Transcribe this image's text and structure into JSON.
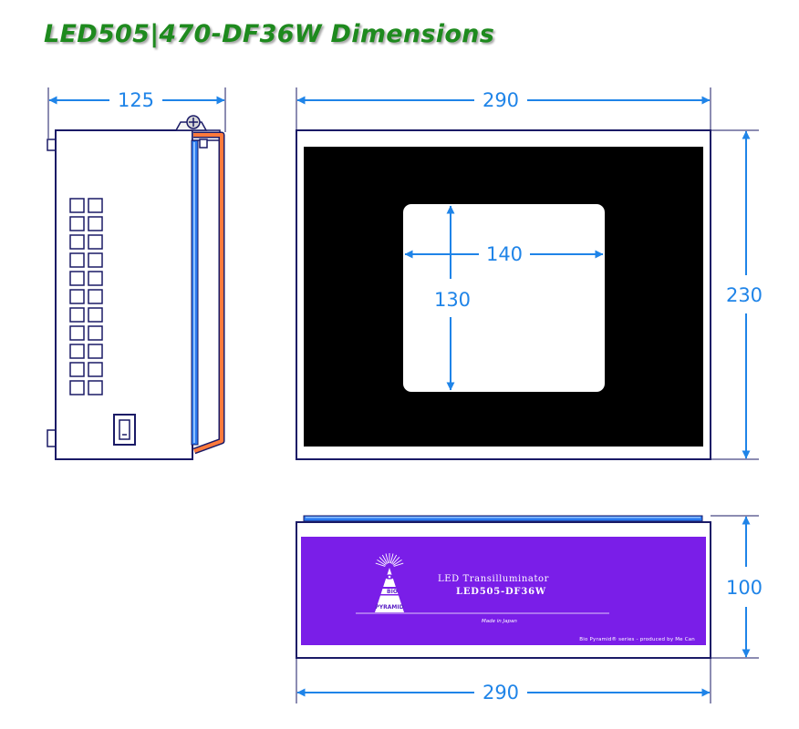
{
  "title": "LED505|470-DF36W  Dimensions",
  "colors": {
    "title": "#1e8a1e",
    "dimension": "#1f84e8",
    "outline": "#1a1a66",
    "filter_panel": "#000000",
    "label_panel": "#7a1ee8",
    "cover_edge": "#ff7a3c",
    "blue_edge": "#2a7af0"
  },
  "dimensions": {
    "side_width": "125",
    "front_width": "290",
    "front_height": "230",
    "window_width": "140",
    "window_height": "130",
    "bottom_width": "290",
    "bottom_height": "100"
  },
  "plate": {
    "line1": "LED Transilluminator",
    "line2": "LED505-DF36W",
    "line3": "Made in Japan",
    "footer": "Bio Pyramid® series - produced by Me Can",
    "logo_top": "BIO",
    "logo_bottom": "PYRAMID"
  }
}
